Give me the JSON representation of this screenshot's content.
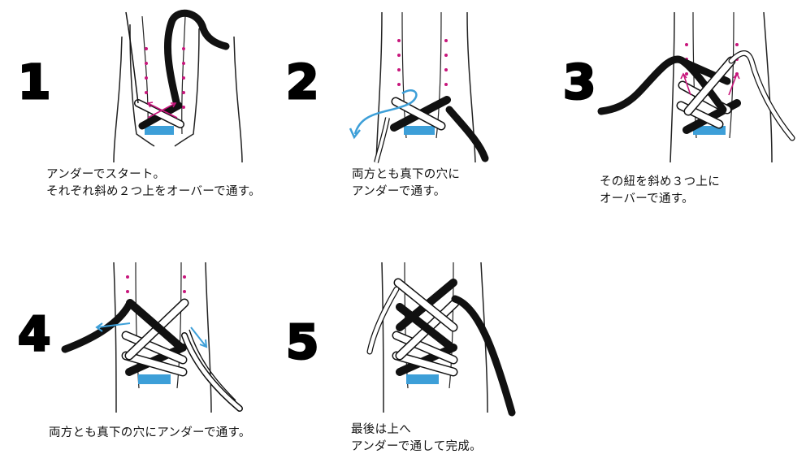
{
  "steps": [
    {
      "number": "1",
      "lines": [
        "アンダーでスタート。",
        "それぞれ斜め２つ上をオーバーで通す。"
      ]
    },
    {
      "number": "2",
      "lines": [
        "両方とも真下の穴に",
        "アンダーで通す。"
      ]
    },
    {
      "number": "3",
      "lines": [
        "その紐を斜め３つ上に",
        "オーバーで通す。"
      ]
    },
    {
      "number": "4",
      "lines": [
        "両方とも真下の穴にアンダーで通す。"
      ]
    },
    {
      "number": "5",
      "lines": [
        "最後は上へ",
        "アンダーで通して完成。"
      ]
    }
  ],
  "colors": {
    "lace_dark": "#111111",
    "lace_light": "#ffffff",
    "eyelet": "#c8167c",
    "tongue_patch": "#3d9fd8",
    "arrow_blue": "#3d9fd8",
    "arrow_pink": "#c8167c"
  }
}
